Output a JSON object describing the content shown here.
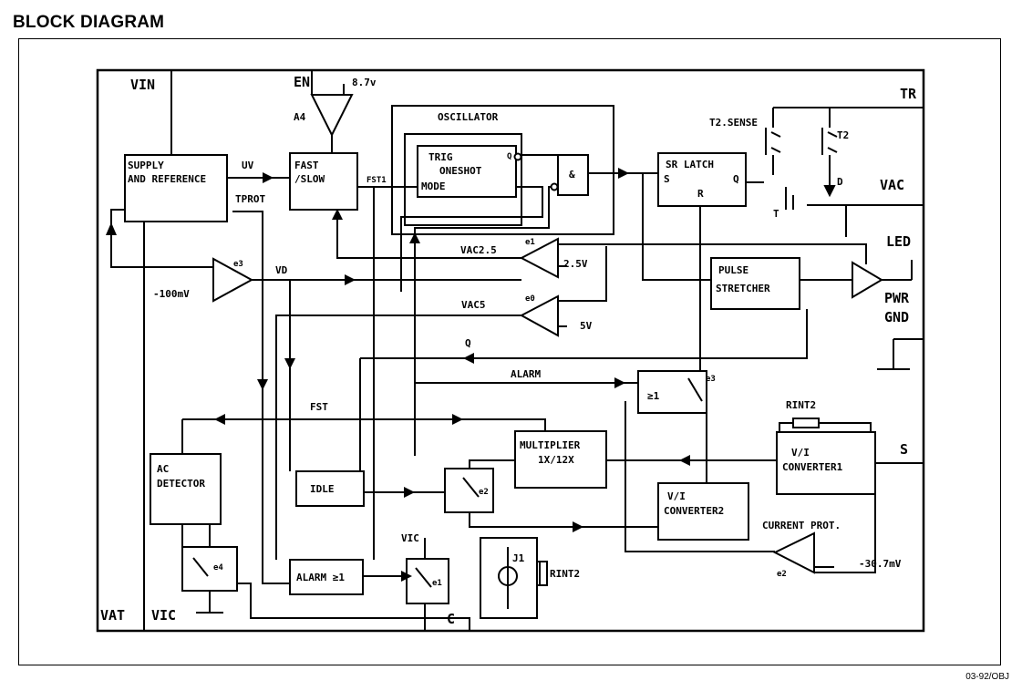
{
  "title": "BLOCK DIAGRAM",
  "footer": "03-92/OBJ",
  "labels": {
    "vin": "VIN",
    "en": "EN",
    "ref87": "8.7v",
    "a4": "A4",
    "oscillator": "OSCILLATOR",
    "tr": "TR",
    "t2sense": "T2.SENSE",
    "t2": "T2",
    "d": "D",
    "t": "T",
    "vac": "VAC",
    "led": "LED",
    "pwr": "PWR",
    "gnd": "GND",
    "supply1": "SUPPLY",
    "supply2": "AND REFERENCE",
    "uv": "UV",
    "tprot": "TPROT",
    "fast1": "FAST",
    "fast2": "/SLOW",
    "fst1": "FST1",
    "trig": "TRIG",
    "oneshot": "ONESHOT",
    "mode": "MODE",
    "q1": "Q",
    "and": "&",
    "srlatch": "SR LATCH",
    "s": "S",
    "q2": "Q",
    "r": "R",
    "vac25": "VAC2.5",
    "e1": "e1",
    "v25": "2.5V",
    "e3a": "e3",
    "minus100": "-100mV",
    "vd": "VD",
    "pulse1": "PULSE",
    "pulse2": "STRETCHER",
    "vac5": "VAC5",
    "e0": "e0",
    "v5": "5V",
    "q3": "Q",
    "alarm": "ALARM",
    "ge1": "≥1",
    "e3b": "e3",
    "rint2a": "RINT2",
    "fst": "FST",
    "ac1": "AC",
    "ac2": "DETECTOR",
    "mult1": "MULTIPLIER",
    "mult2": "1X/12X",
    "vi1a": "V/I",
    "vi1b": "CONVERTER1",
    "sOut": "S",
    "idle": "IDLE",
    "e2a": "e2",
    "vi2a": "V/I",
    "vi2b": "CONVERTER2",
    "curprot": "CURRENT PROT.",
    "vic1": "VIC",
    "j1": "J1",
    "rint2b": "RINT2",
    "e4": "e4",
    "alarm2": "ALARM ≥1",
    "e1b": "e1",
    "e2b": "e2",
    "minus307": "-30.7mV",
    "vat": "VAT",
    "vic2": "VIC",
    "c": "C"
  }
}
